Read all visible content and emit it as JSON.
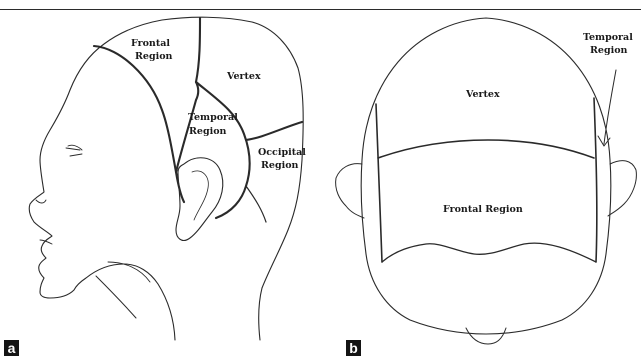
{
  "panel_a": {
    "tag": "a",
    "labels": {
      "frontal_line1": "Frontal",
      "frontal_line2": "Region",
      "vertex": "Vertex",
      "temporal_line1": "Temporal",
      "temporal_line2": "Region",
      "occipital_line1": "Occipital",
      "occipital_line2": "Region"
    }
  },
  "panel_b": {
    "tag": "b",
    "labels": {
      "vertex": "Vertex",
      "frontal": "Frontal Region",
      "temporal_line1": "Temporal",
      "temporal_line2": "Region"
    }
  }
}
